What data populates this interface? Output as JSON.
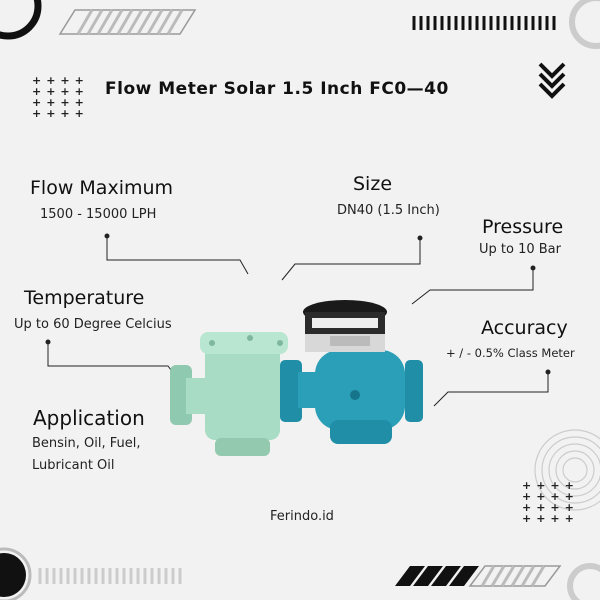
{
  "title": "Flow Meter Solar 1.5 Inch FC0—40",
  "labels": {
    "flow_max": {
      "heading": "Flow Maximum",
      "value": "1500 - 15000 LPH"
    },
    "size": {
      "heading": "Size",
      "value": "DN40 (1.5 Inch)"
    },
    "pressure": {
      "heading": "Pressure",
      "value": "Up to 10 Bar"
    },
    "temperature": {
      "heading": "Temperature",
      "value": "Up to 60 Degree Celcius"
    },
    "accuracy": {
      "heading": "Accuracy",
      "value": "+ / - 0.5% Class Meter"
    },
    "application": {
      "heading": "Application",
      "line1": "Bensin, Oil, Fuel,",
      "line2": "Lubricant Oil"
    }
  },
  "footer": "Ferindo.id",
  "colors": {
    "background": "#f2f2f2",
    "filter_body": "#a9dcc4",
    "meter_body": "#2a9fb7",
    "accent_dark": "#111111"
  }
}
